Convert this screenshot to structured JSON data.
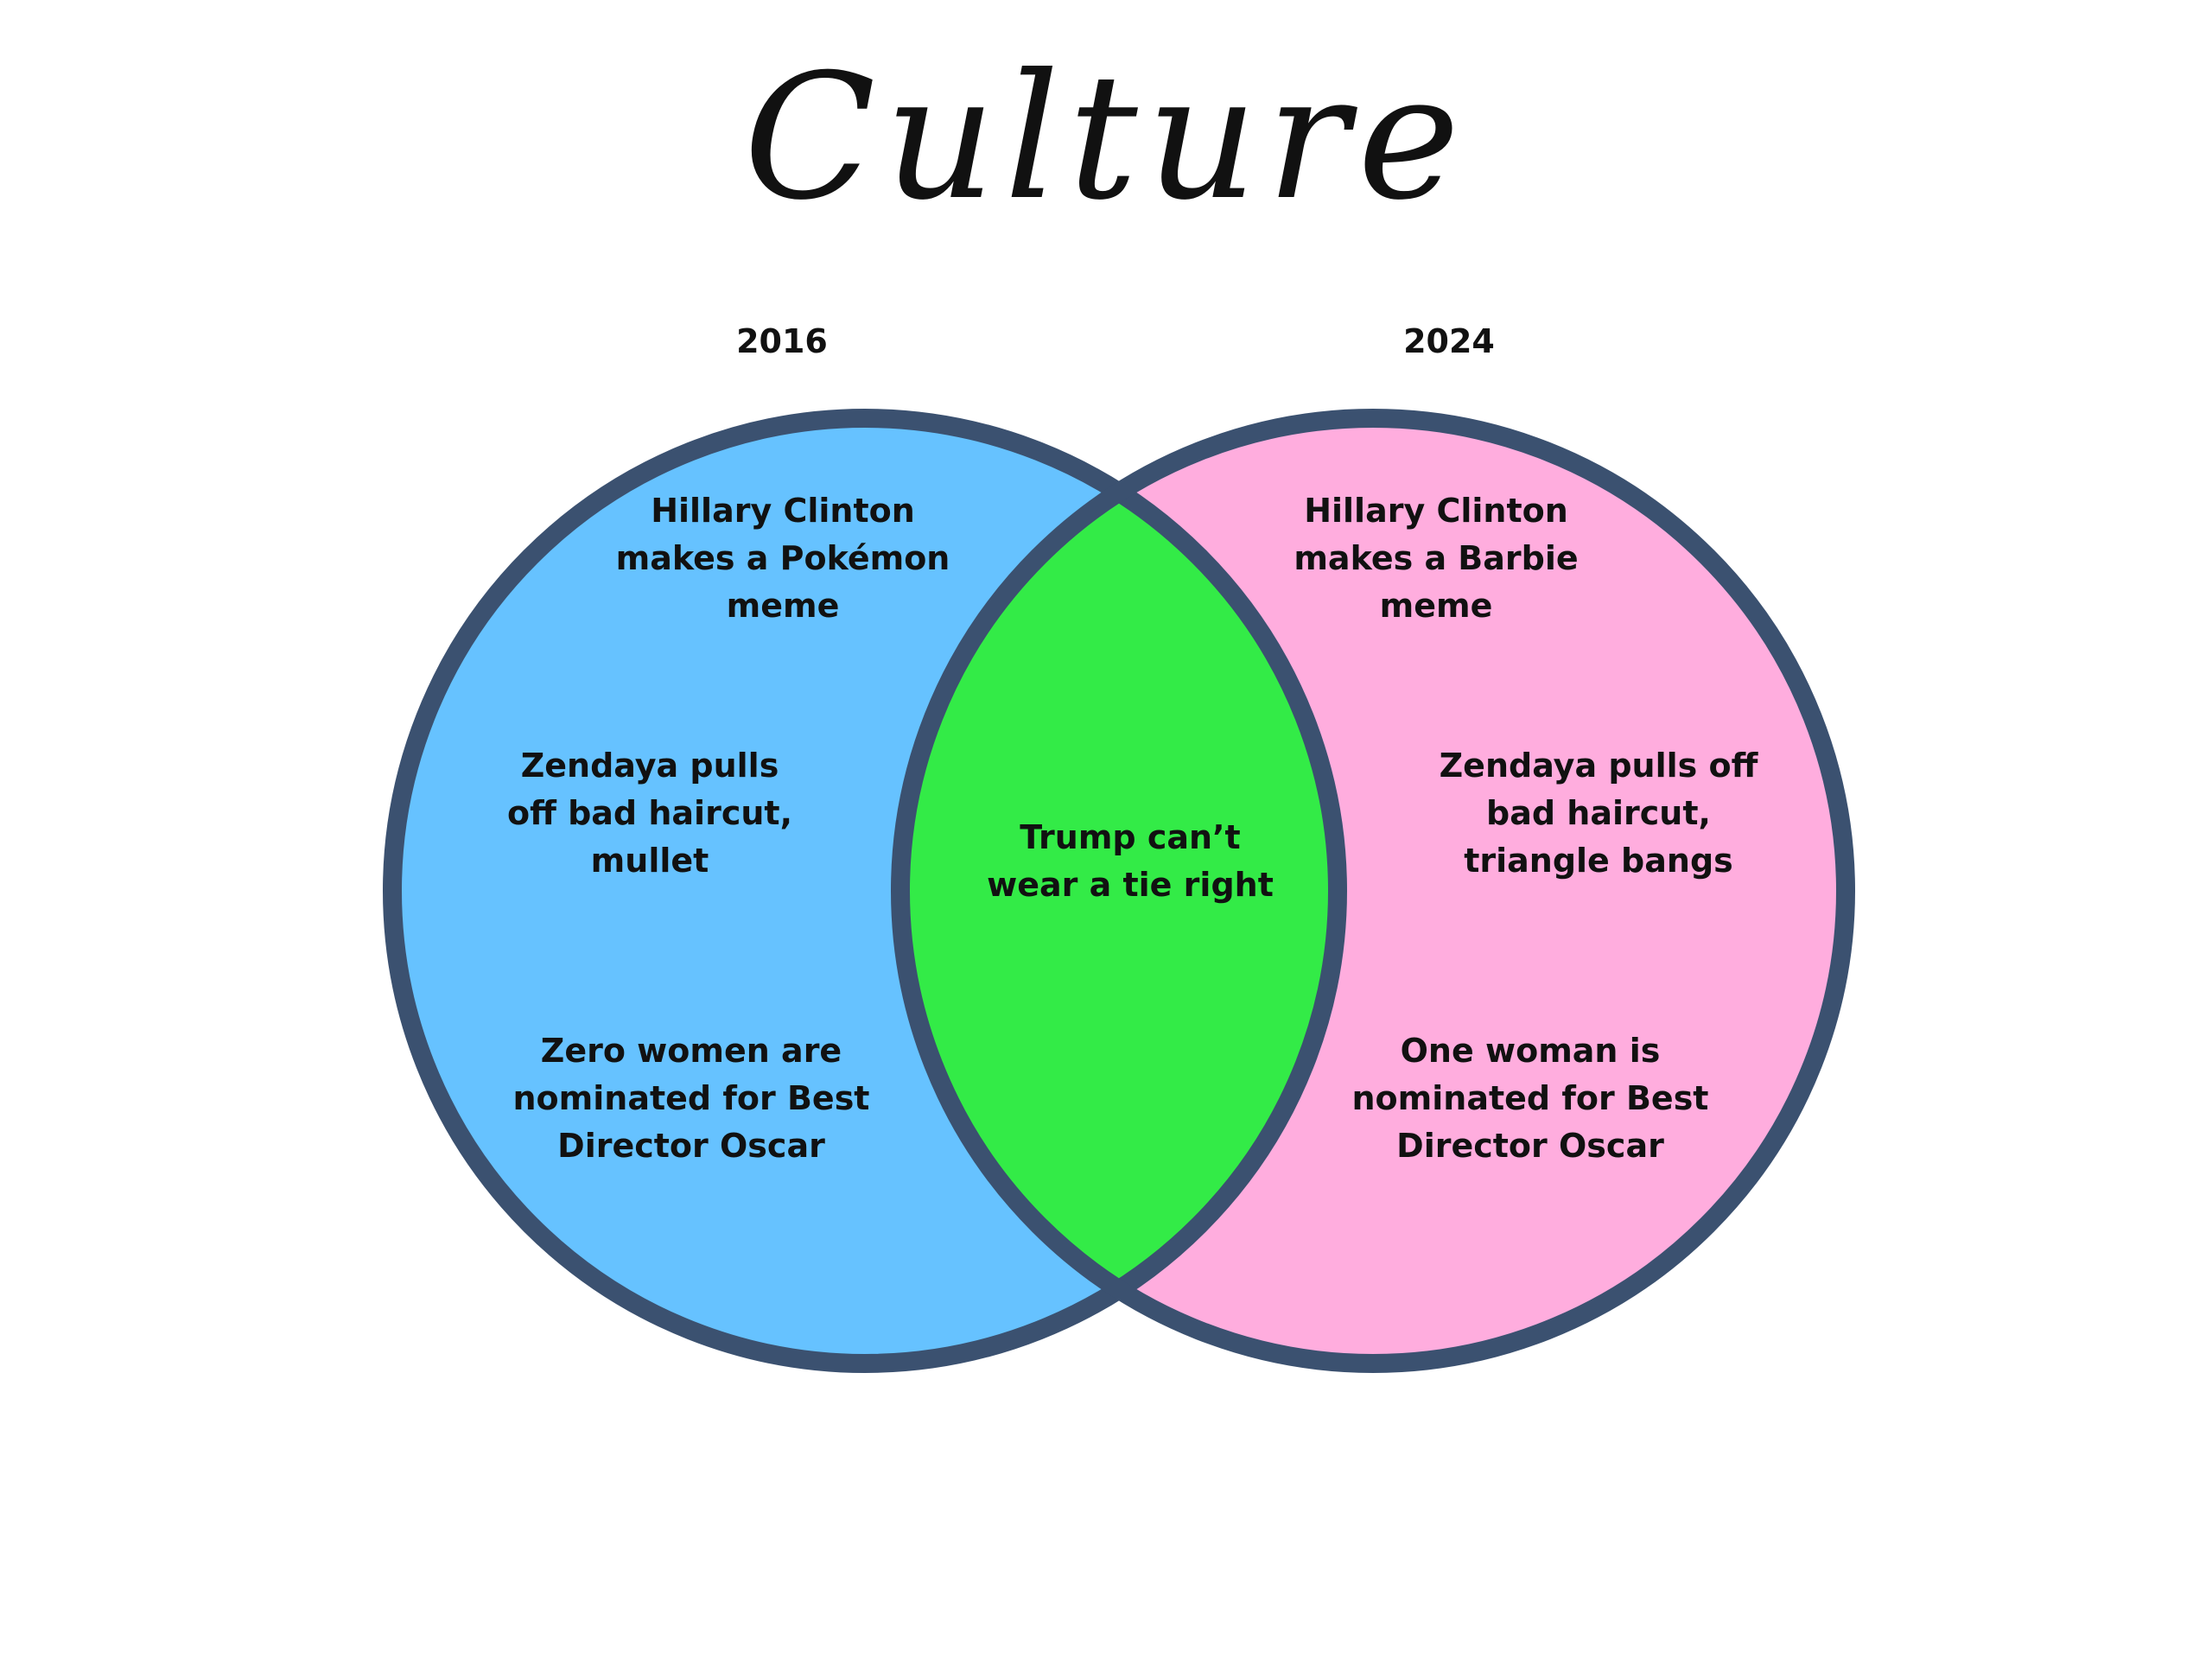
{
  "title": "Culture",
  "sets": {
    "left": {
      "label": "2016",
      "color": "#66C2FF"
    },
    "right": {
      "label": "2024",
      "color": "#FFADDE"
    },
    "overlap_color": "#33EB47",
    "outline_color": "#3B5170"
  },
  "regions": {
    "left": [
      "Hillary Clinton\nmakes a Pokémon\nmeme",
      "Zendaya pulls\noff bad haircut,\nmullet",
      "Zero women are\nnominated for Best\nDirector Oscar"
    ],
    "center": "Trump can’t\nwear a tie right",
    "right": [
      "Hillary Clinton\nmakes a Barbie\nmeme",
      "Zendaya pulls off\nbad haircut,\ntriangle bangs",
      "One woman is\nnominated for Best\nDirector Oscar"
    ]
  }
}
